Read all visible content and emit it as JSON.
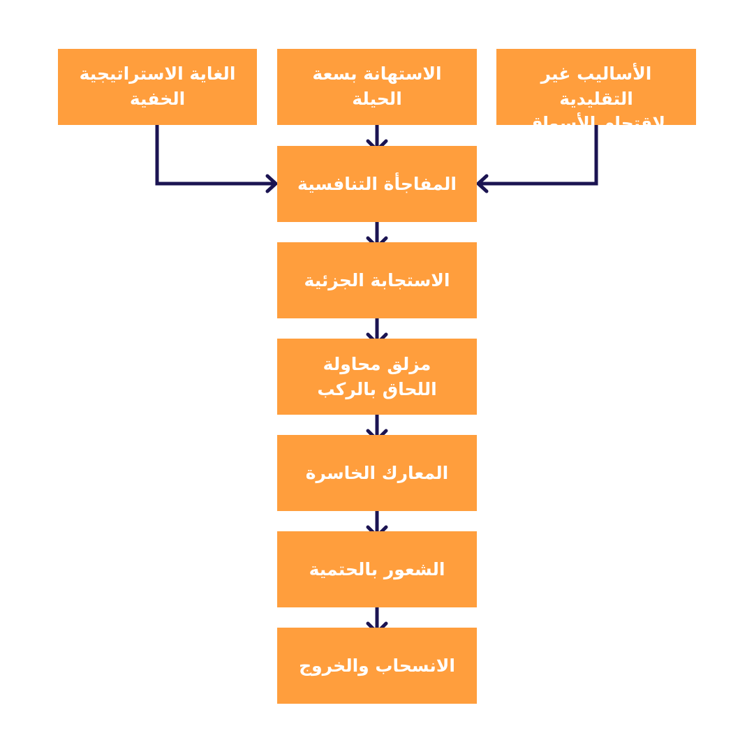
{
  "diagram": {
    "colors": {
      "box_fill": "#FF9E3D",
      "box_text": "#FFFFFF",
      "arrow": "#1B1452",
      "background": "#FFFFFF"
    },
    "inputs": [
      {
        "id": "hidden-strategic-goal",
        "lines": [
          "الغاية الاستراتيجية",
          "الخفية"
        ]
      },
      {
        "id": "underestimating-trick",
        "lines": [
          "الاستهانة بسعة",
          "الحيلة"
        ]
      },
      {
        "id": "unconventional-methods",
        "lines": [
          "الأساليب غير التقليدية",
          "لاقتحام الأسواق"
        ]
      }
    ],
    "chain": [
      {
        "id": "competitive-surprise",
        "lines": [
          "المفاجأة التنافسية"
        ]
      },
      {
        "id": "partial-response",
        "lines": [
          "الاستجابة الجزئية"
        ]
      },
      {
        "id": "catch-up-trap",
        "lines": [
          "مزلق محاولة",
          "اللحاق بالركب"
        ]
      },
      {
        "id": "losing-battles",
        "lines": [
          "المعارك الخاسرة"
        ]
      },
      {
        "id": "sense-of-inevitability",
        "lines": [
          "الشعور بالحتمية"
        ]
      },
      {
        "id": "withdrawal-and-exit",
        "lines": [
          "الانسحاب والخروج"
        ]
      }
    ],
    "edges": [
      {
        "from": "hidden-strategic-goal",
        "to": "competitive-surprise"
      },
      {
        "from": "underestimating-trick",
        "to": "competitive-surprise"
      },
      {
        "from": "unconventional-methods",
        "to": "competitive-surprise"
      },
      {
        "from": "competitive-surprise",
        "to": "partial-response"
      },
      {
        "from": "partial-response",
        "to": "catch-up-trap"
      },
      {
        "from": "catch-up-trap",
        "to": "losing-battles"
      },
      {
        "from": "losing-battles",
        "to": "sense-of-inevitability"
      },
      {
        "from": "sense-of-inevitability",
        "to": "withdrawal-and-exit"
      }
    ]
  }
}
